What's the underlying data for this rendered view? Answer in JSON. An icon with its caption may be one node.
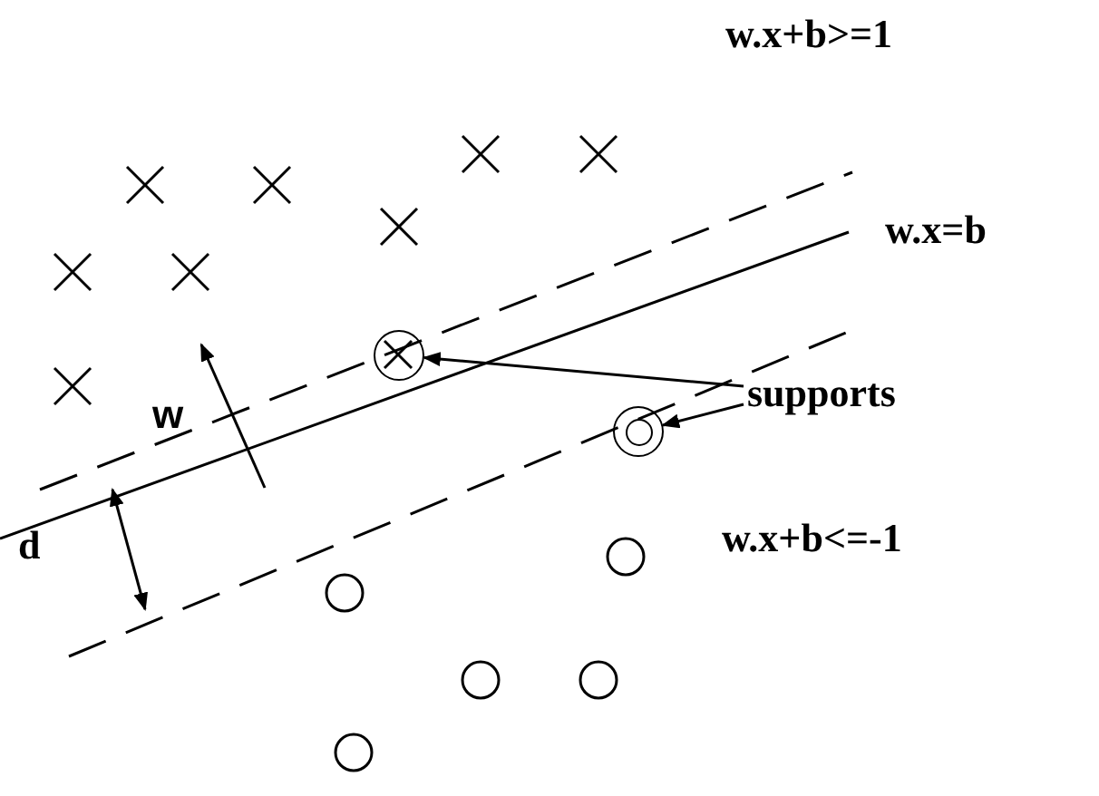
{
  "diagram": {
    "nodes": [
      {
        "text": [
          "supports"
        ]
      },
      {
        "text": [],
        "shape": "circle"
      },
      {
        "text": [],
        "shape": "circle"
      }
    ],
    "edges": [
      {
        "from": 0,
        "to": 1,
        "arrow": "to"
      },
      {
        "from": 0,
        "to": 2,
        "arrow": "to"
      }
    ],
    "labels": [
      "w.x+b>=1",
      "w.x=b",
      "w",
      "d",
      "w.x+b<=-1"
    ]
  }
}
